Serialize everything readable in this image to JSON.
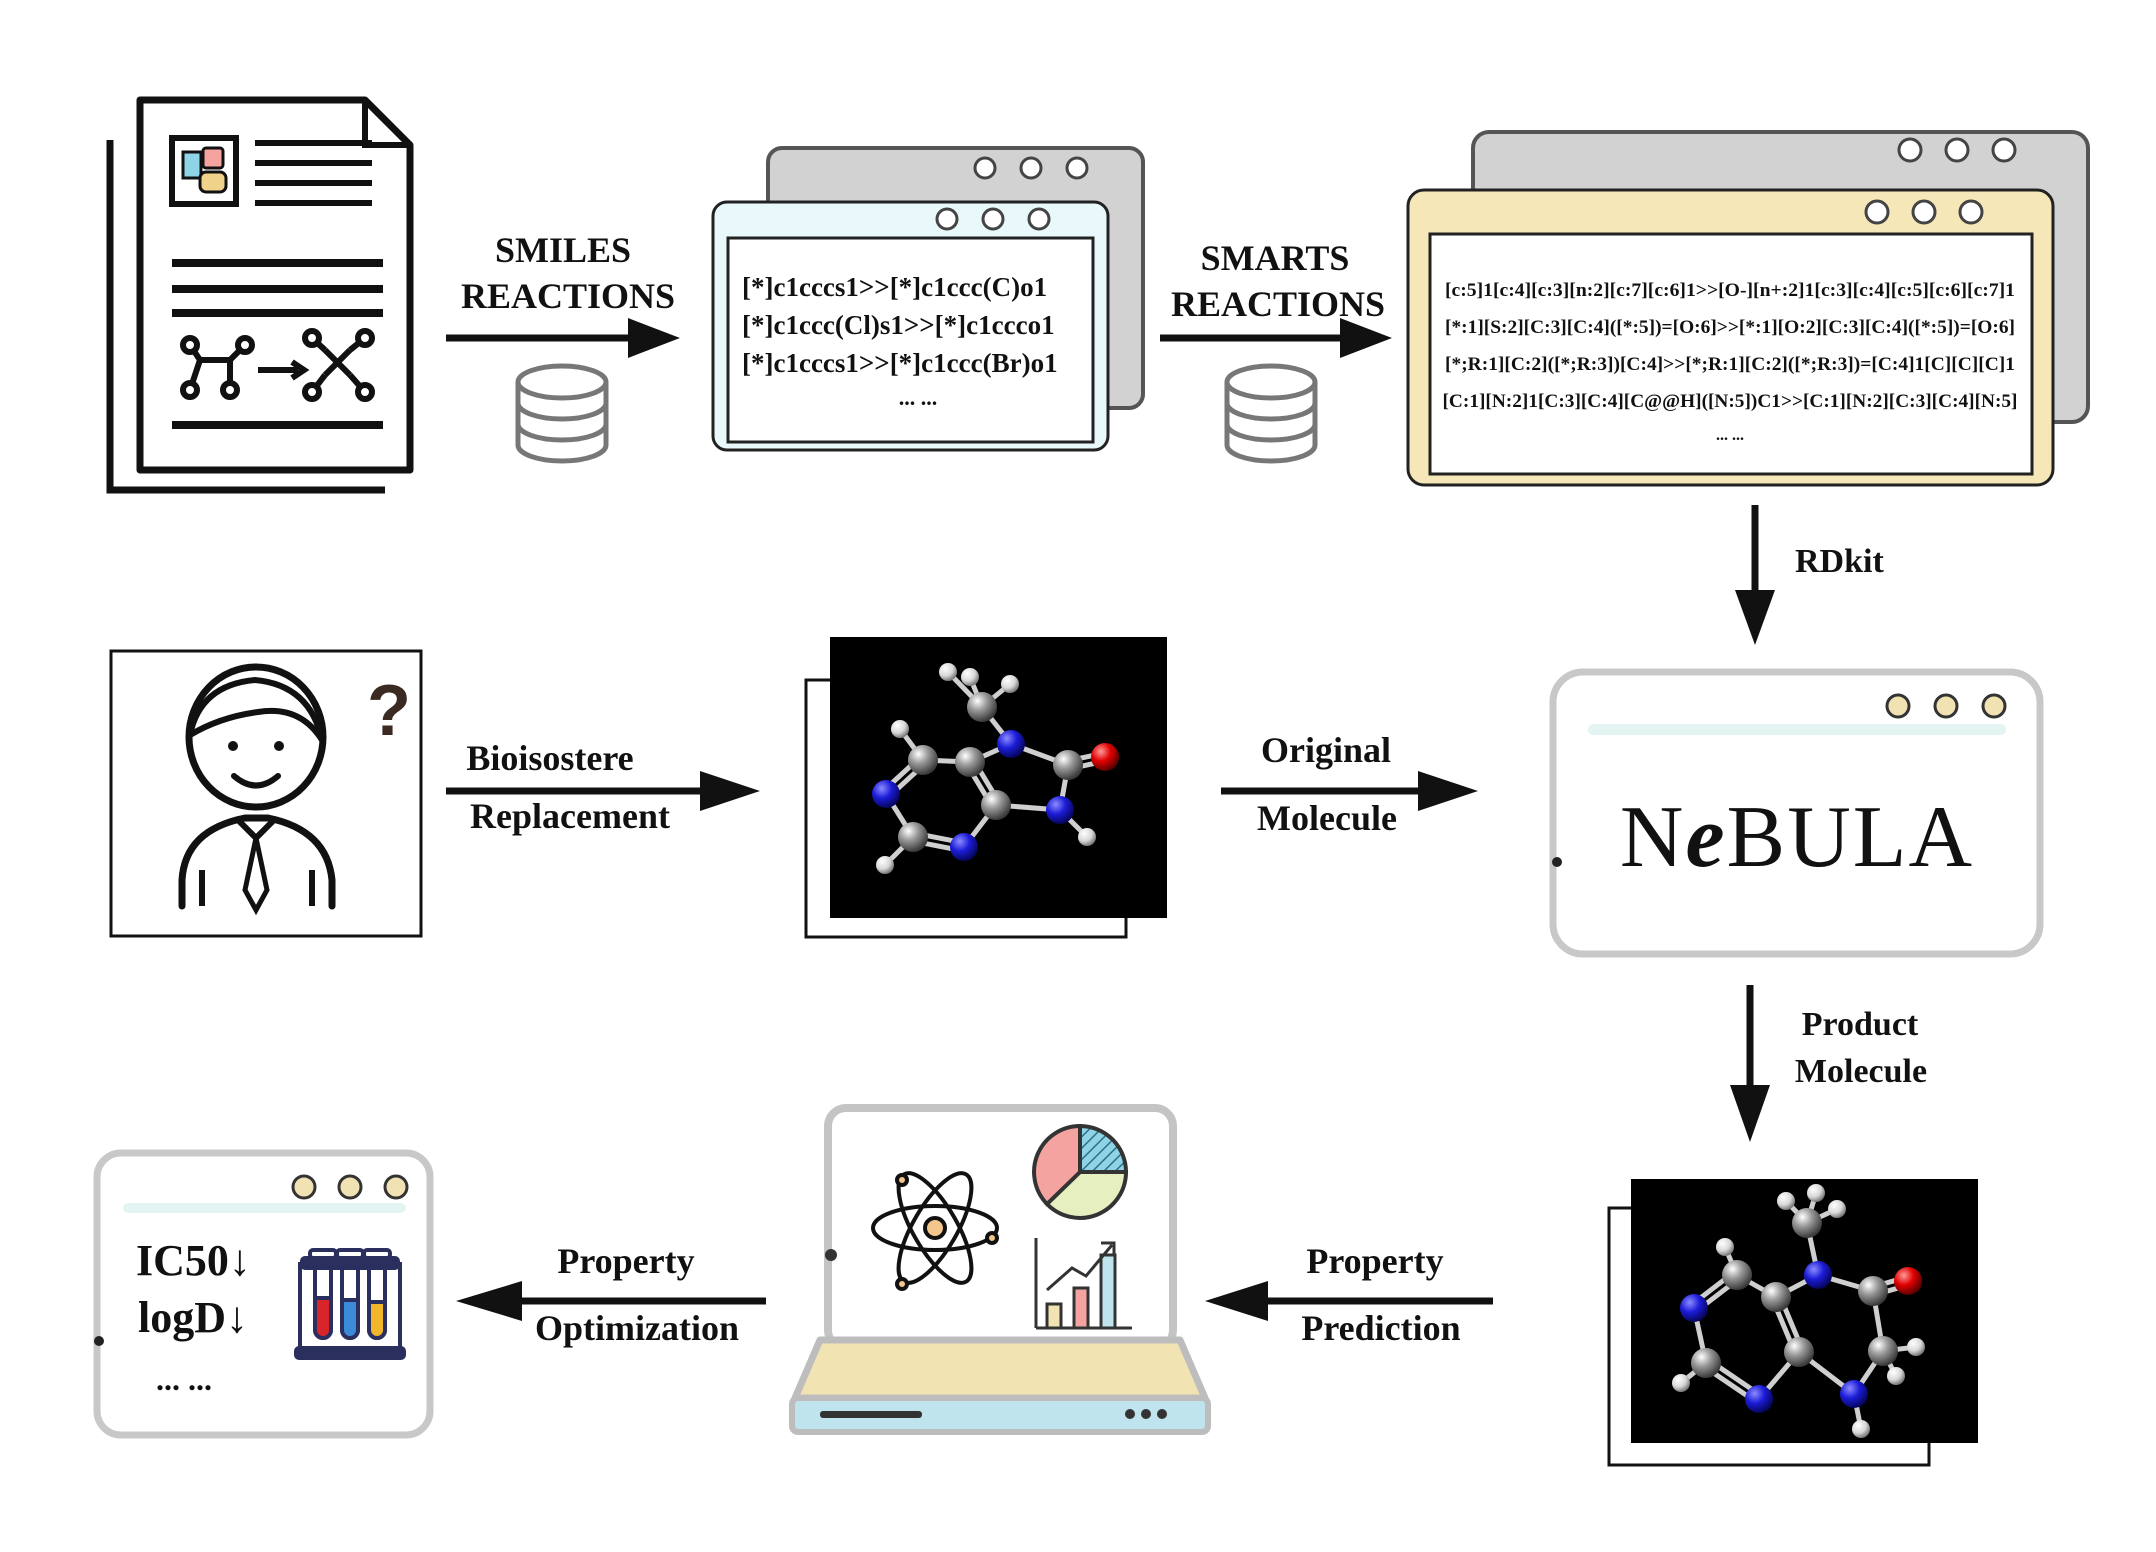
{
  "labels": {
    "smiles_line1": "SMILES",
    "smiles_line2": "REACTIONS",
    "smarts_line1": "SMARTS",
    "smarts_line2": "REACTIONS",
    "rdkit": "RDkit",
    "bioisostere_line1": "Bioisostere",
    "bioisostere_line2": "Replacement",
    "original_line1": "Original",
    "original_line2": "Molecule",
    "product_line1": "Product",
    "product_line2": "Molecule",
    "prop_pred_line1": "Property",
    "prop_pred_line2": "Prediction",
    "prop_opt_line1": "Property",
    "prop_opt_line2": "Optimization"
  },
  "smiles_window": {
    "lines": [
      "[*]c1cccs1>>[*]c1ccc(C)o1",
      "[*]c1ccc(Cl)s1>>[*]c1ccco1",
      "[*]c1cccs1>>[*]c1ccc(Br)o1",
      "... ..."
    ]
  },
  "smarts_window": {
    "lines": [
      "[c:5]1[c:4][c:3][n:2][c:7][c:6]1>>[O-][n+:2]1[c:3][c:4][c:5][c:6][c:7]1",
      "[*:1][S:2][C:3][C:4]([*:5])=[O:6]>>[*:1][O:2][C:3][C:4]([*:5])=[O:6]",
      "[*;R:1][C:2]([*;R:3])[C:4]>>[*;R:1][C:2]([*;R:3])=[C:4]1[C][C][C]1",
      "[C:1][N:2]1[C:3][C:4][C@@H]([N:5])C1>>[C:1][N:2][C:3][C:4][N:5]",
      "... ..."
    ]
  },
  "nebula": {
    "prefix": "N",
    "italic": "e",
    "suffix": "BULA"
  },
  "results": {
    "line1": "IC50↓",
    "line2": "logD↓",
    "line3": "... ..."
  },
  "colors": {
    "smiles_window_fill": "#e9f9fb",
    "smarts_window_fill": "#f5e7b8",
    "back_window_fill": "#d2d2d2",
    "window_dot": "#f0e2b3",
    "pie_red": "#f4a3a0",
    "pie_yellow": "#e6efbf",
    "pie_blue": "#8fd3e6",
    "tube_red": "#d9252a",
    "tube_blue": "#3b8ad8",
    "tube_yellow": "#f1b62a",
    "laptop_base": "#f2e3b3",
    "laptop_bar": "#bfe4ee"
  }
}
